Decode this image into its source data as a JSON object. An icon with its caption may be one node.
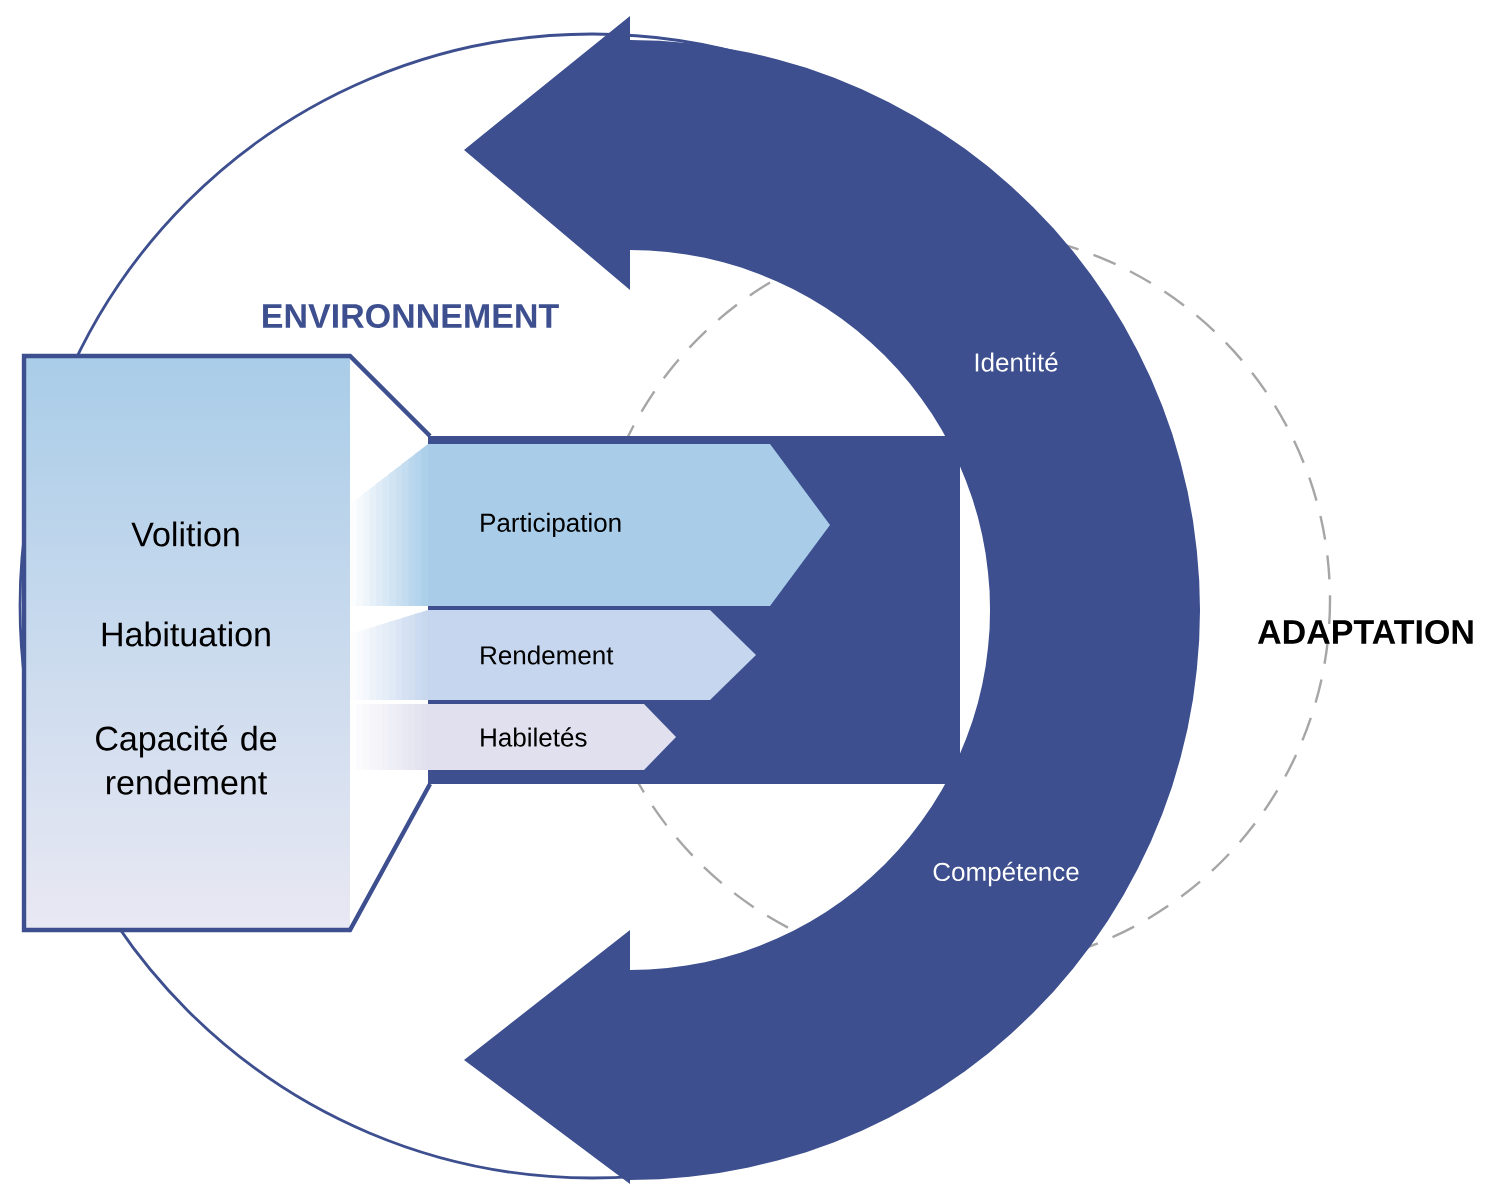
{
  "diagram": {
    "nodes": [
      {
        "text": [
          "ENVIRONNEMENT"
        ]
      },
      {
        "text": [
          "ADAPTATION"
        ]
      },
      {
        "text": [],
        "shape": "arrow"
      },
      {
        "text": [
          "Identité"
        ]
      },
      {
        "text": [
          "Compétence"
        ]
      },
      {
        "text": [
          "Volition",
          "Habituation",
          "Capacité de rendement"
        ],
        "in": 0
      },
      {
        "text": [
          "Participation"
        ],
        "in": 0
      },
      {
        "text": [
          "Rendement"
        ],
        "in": 0
      },
      {
        "text": [
          "Habiletés"
        ],
        "in": 0
      }
    ]
  }
}
